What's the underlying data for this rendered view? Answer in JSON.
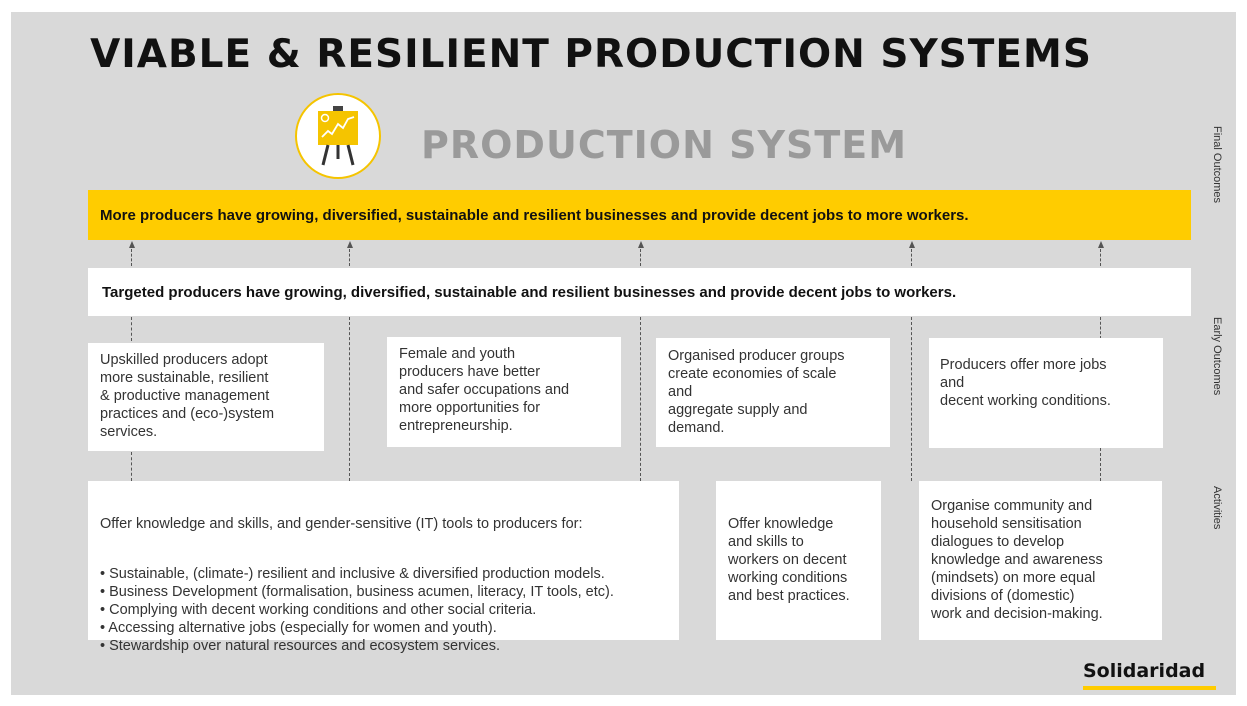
{
  "title": "VIABLE & RESILIENT PRODUCTION SYSTEMS",
  "section": {
    "title": "PRODUCTION SYSTEM",
    "icon": "easel-chart-icon"
  },
  "side_labels": {
    "final": "Final Outcomes",
    "early": "Early Outcomes",
    "activities": "Activities"
  },
  "final_outcome": "More producers have growing, diversified, sustainable and resilient businesses and provide decent jobs to more workers.",
  "early_outcome_main": "Targeted producers have growing, diversified, sustainable and resilient businesses and provide decent jobs to workers.",
  "early_outcomes": [
    "Upskilled producers adopt\nmore sustainable, resilient\n& productive management\npractices and (eco-)system\nservices.",
    "Female and youth\nproducers have better\nand safer occupations and\nmore opportunities for\nentrepreneurship.",
    "Organised producer groups\ncreate economies of scale\nand\naggregate supply and\ndemand.",
    "Producers offer more jobs\nand\ndecent working conditions."
  ],
  "activities": {
    "main_intro": "Offer knowledge and skills, and gender-sensitive (IT) tools to producers for:",
    "main_items": "• Sustainable, (climate-) resilient and inclusive & diversified production models.\n• Business Development (formalisation, business acumen, literacy, IT tools, etc).\n• Complying with decent working conditions and other social criteria.\n• Accessing alternative jobs (especially for women and youth).\n• Stewardship over natural resources and ecosystem services.",
    "workers": "Offer knowledge\nand skills to\nworkers on decent\nworking conditions\nand best practices.",
    "community": "Organise community and\nhousehold sensitisation\ndialogues to develop\nknowledge and awareness\n(mindsets) on more equal\ndivisions of (domestic)\nwork and decision-making."
  },
  "logo": "Solidaridad",
  "colors": {
    "background": "#d9d9d9",
    "accent_yellow": "#ffcc00",
    "section_title_gray": "#9a9a9a"
  }
}
